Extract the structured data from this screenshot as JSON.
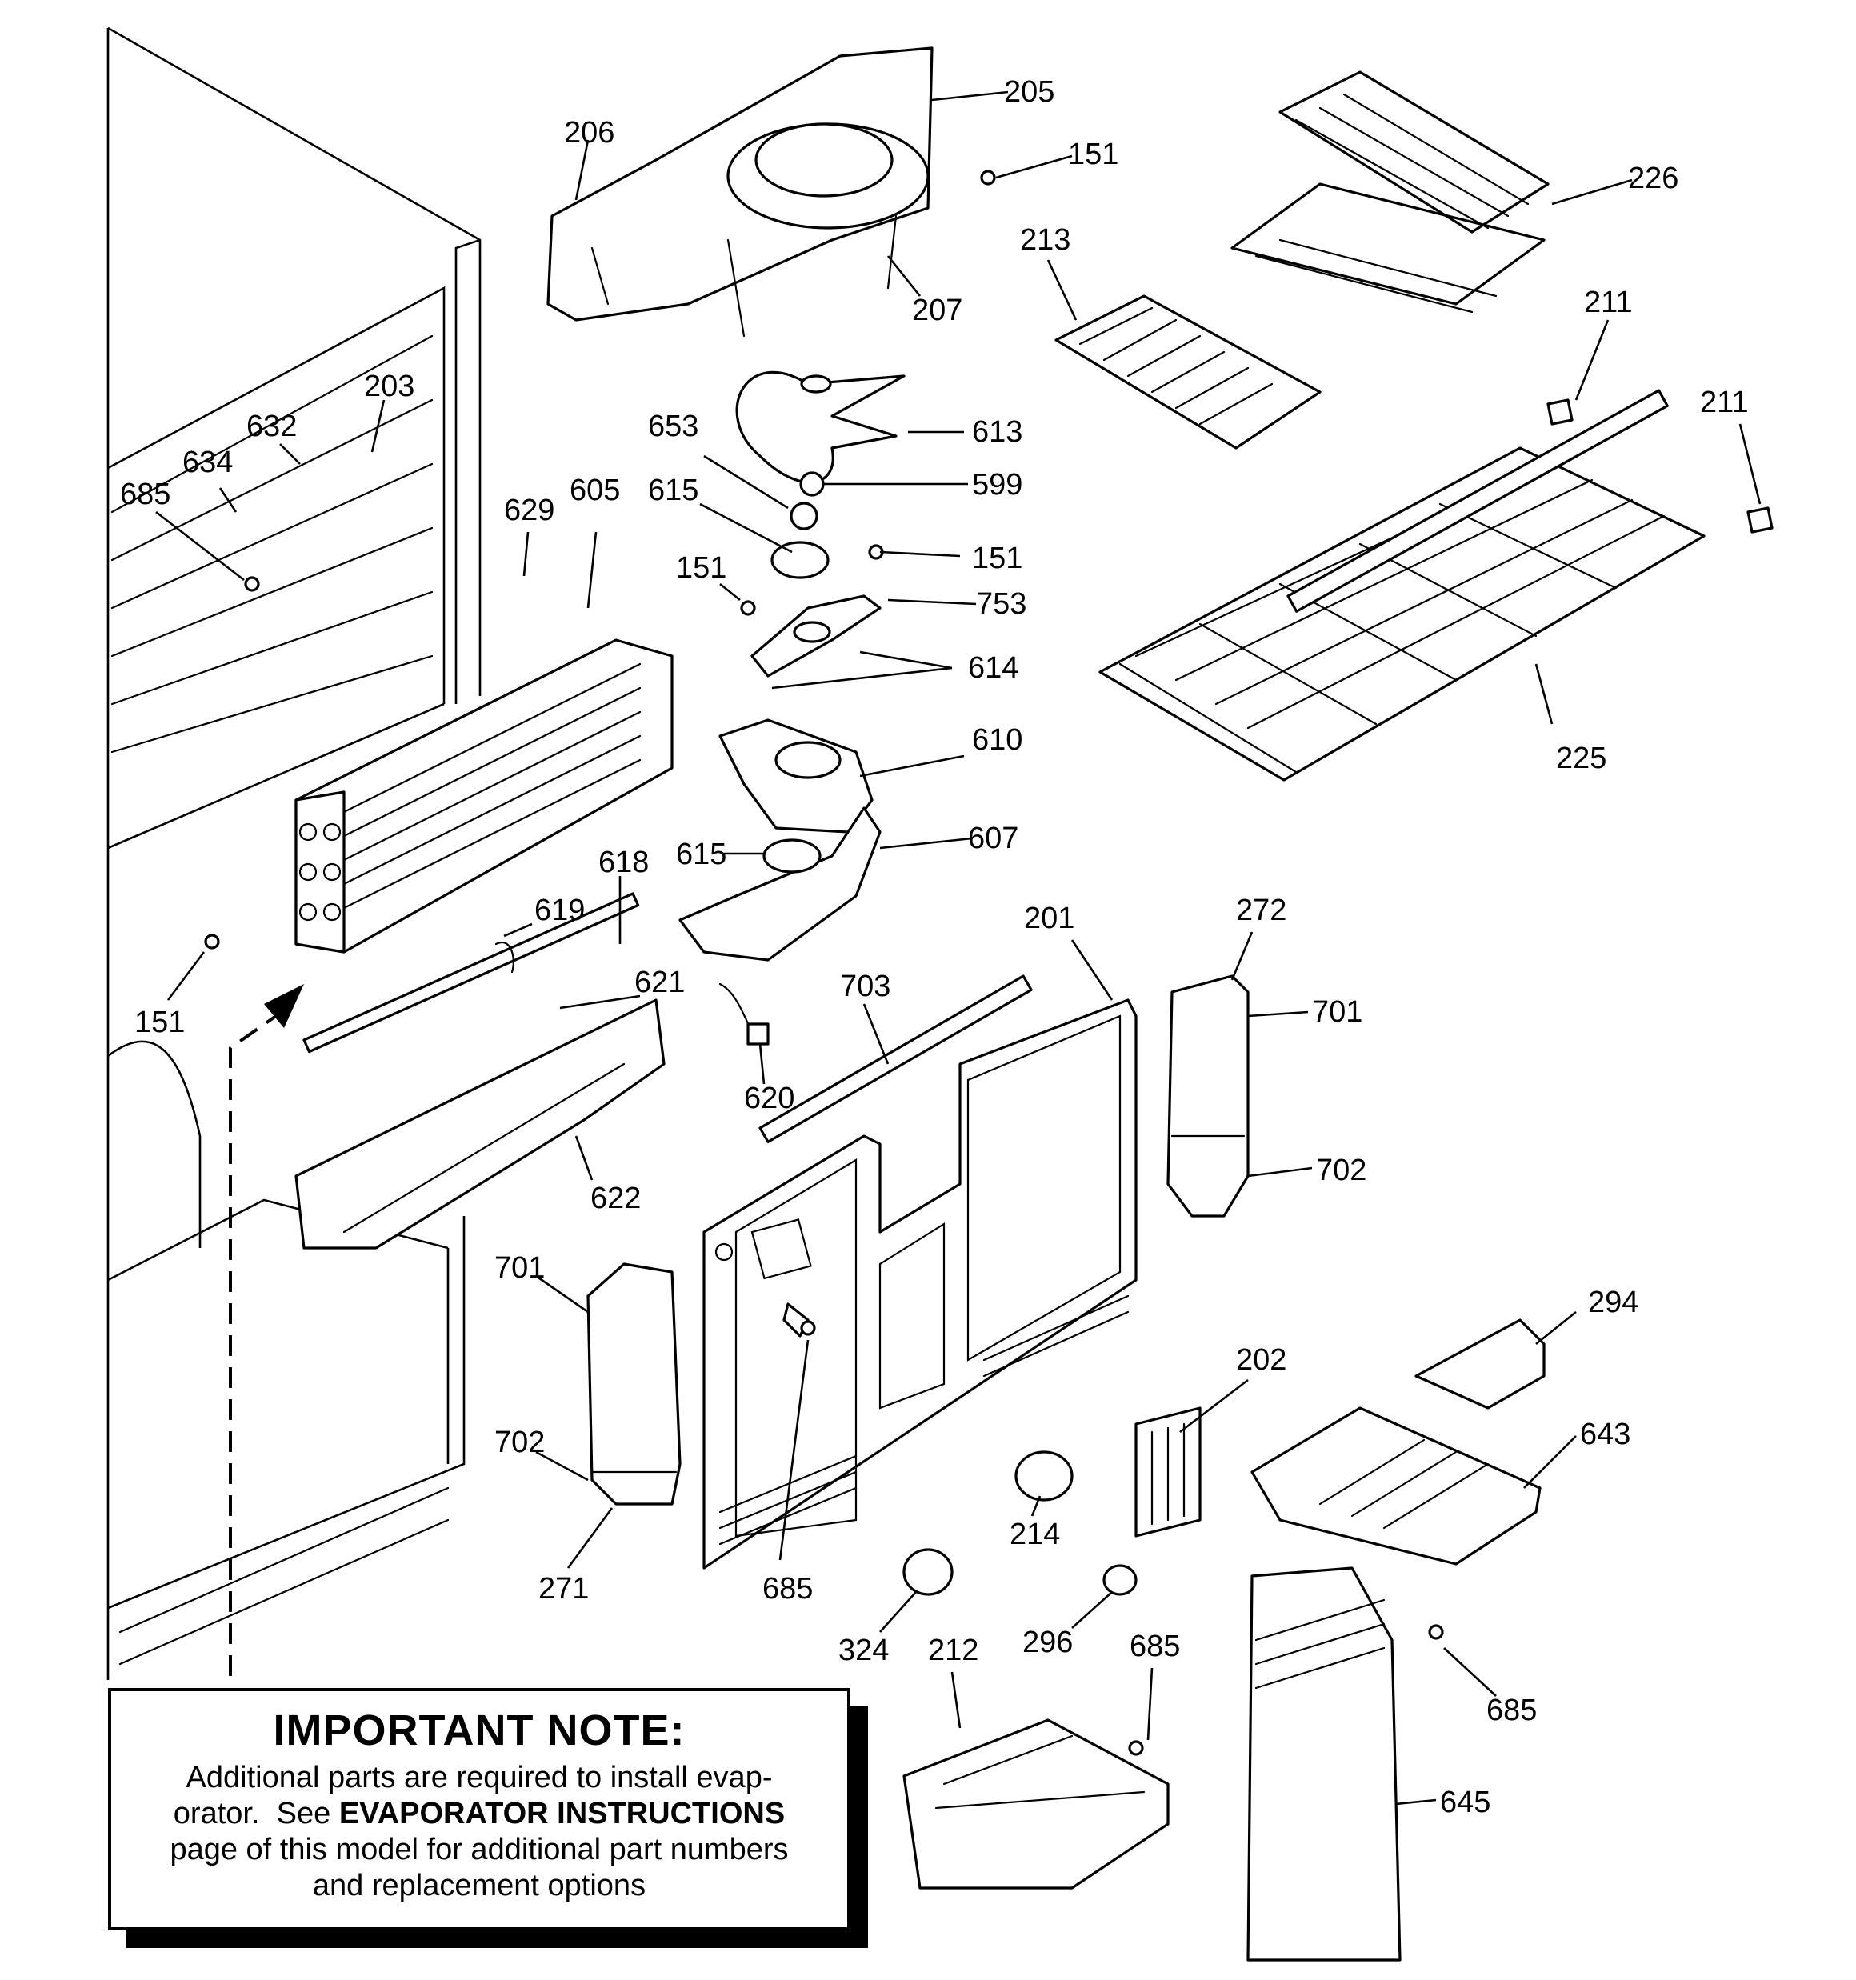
{
  "callouts": [
    {
      "id": "c205",
      "label": "205"
    },
    {
      "id": "c206",
      "label": "206"
    },
    {
      "id": "c151a",
      "label": "151"
    },
    {
      "id": "c226",
      "label": "226"
    },
    {
      "id": "c207",
      "label": "207"
    },
    {
      "id": "c213",
      "label": "213"
    },
    {
      "id": "c211a",
      "label": "211"
    },
    {
      "id": "c211b",
      "label": "211"
    },
    {
      "id": "c203",
      "label": "203"
    },
    {
      "id": "c632",
      "label": "632"
    },
    {
      "id": "c634",
      "label": "634"
    },
    {
      "id": "c685a",
      "label": "685"
    },
    {
      "id": "c653",
      "label": "653"
    },
    {
      "id": "c613",
      "label": "613"
    },
    {
      "id": "c599",
      "label": "599"
    },
    {
      "id": "c615a",
      "label": "615"
    },
    {
      "id": "c151b",
      "label": "151"
    },
    {
      "id": "c629",
      "label": "629"
    },
    {
      "id": "c605",
      "label": "605"
    },
    {
      "id": "c151c",
      "label": "151"
    },
    {
      "id": "c753",
      "label": "753"
    },
    {
      "id": "c614",
      "label": "614"
    },
    {
      "id": "c610",
      "label": "610"
    },
    {
      "id": "c225",
      "label": "225"
    },
    {
      "id": "c615b",
      "label": "615"
    },
    {
      "id": "c607",
      "label": "607"
    },
    {
      "id": "c618",
      "label": "618"
    },
    {
      "id": "c619",
      "label": "619"
    },
    {
      "id": "c201",
      "label": "201"
    },
    {
      "id": "c272",
      "label": "272"
    },
    {
      "id": "c151d",
      "label": "151"
    },
    {
      "id": "c621",
      "label": "621"
    },
    {
      "id": "c703",
      "label": "703"
    },
    {
      "id": "c701a",
      "label": "701"
    },
    {
      "id": "c620",
      "label": "620"
    },
    {
      "id": "c622",
      "label": "622"
    },
    {
      "id": "c702a",
      "label": "702"
    },
    {
      "id": "c701b",
      "label": "701"
    },
    {
      "id": "c294",
      "label": "294"
    },
    {
      "id": "c202",
      "label": "202"
    },
    {
      "id": "c643",
      "label": "643"
    },
    {
      "id": "c702b",
      "label": "702"
    },
    {
      "id": "c214",
      "label": "214"
    },
    {
      "id": "c271",
      "label": "271"
    },
    {
      "id": "c685b",
      "label": "685"
    },
    {
      "id": "c296",
      "label": "296"
    },
    {
      "id": "c685c",
      "label": "685"
    },
    {
      "id": "c324",
      "label": "324"
    },
    {
      "id": "c212",
      "label": "212"
    },
    {
      "id": "c685d",
      "label": "685"
    },
    {
      "id": "c645",
      "label": "645"
    }
  ],
  "note": {
    "title": "IMPORTANT NOTE:",
    "line1": "Additional parts are required to install evap-",
    "line2_pre": "orator.  See ",
    "line2_bold": "EVAPORATOR INSTRUCTIONS",
    "line3": "page of this model for additional part numbers",
    "line4": "and replacement options"
  }
}
